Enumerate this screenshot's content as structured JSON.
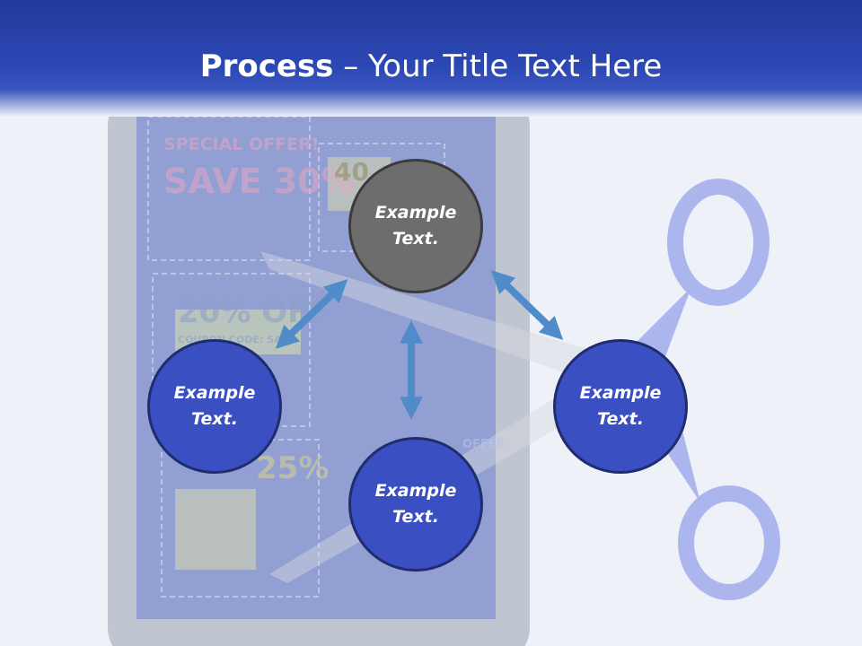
{
  "slide": {
    "title_strong": "Process",
    "title_rest": " – Your Title Text Here"
  },
  "background": {
    "coupons": [
      {
        "text": "SPECIAL OFFER!"
      },
      {
        "text": "SAVE 30%"
      },
      {
        "text": "40"
      },
      {
        "text": "20% OFF"
      },
      {
        "text": "COUPON CODE: SA"
      },
      {
        "text": "25%"
      },
      {
        "text": "OFFER"
      }
    ]
  },
  "nodes": {
    "top": {
      "line1": "Example",
      "line2": "Text."
    },
    "left": {
      "line1": "Example",
      "line2": "Text."
    },
    "right": {
      "line1": "Example",
      "line2": "Text."
    },
    "bottom": {
      "line1": "Example",
      "line2": "Text."
    }
  },
  "colors": {
    "header": "#2c48b4",
    "node_blue": "#3a4fc2",
    "node_gray": "#6d6d6d",
    "arrow": "#4f8cc9"
  }
}
